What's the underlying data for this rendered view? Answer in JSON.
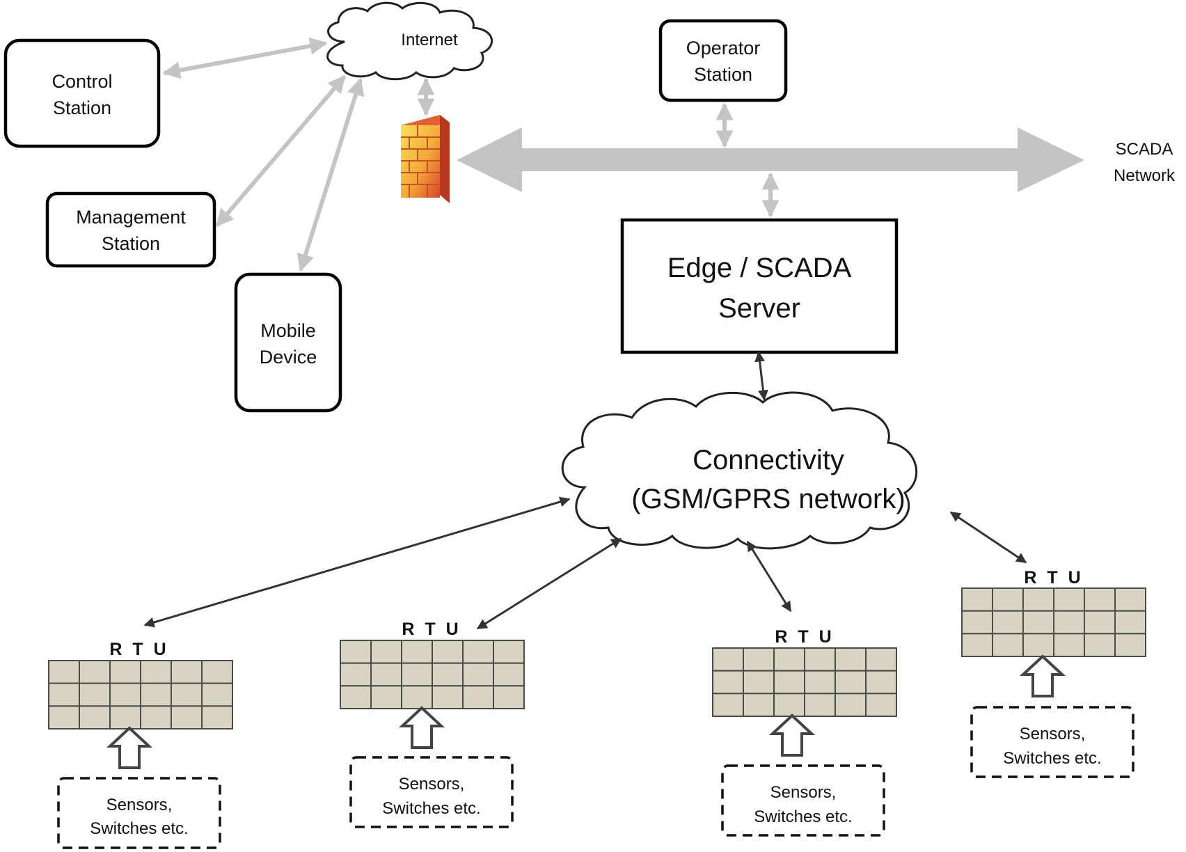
{
  "nodes": {
    "internet": "Internet",
    "control_station": [
      "Control",
      "Station"
    ],
    "management_station": [
      "Management",
      "Station"
    ],
    "mobile_device": [
      "Mobile",
      "Device"
    ],
    "operator_station": [
      "Operator",
      "Station"
    ],
    "scada_network": [
      "SCADA",
      "Network"
    ],
    "edge_server": [
      "Edge / SCADA",
      "Server"
    ],
    "connectivity": [
      "Connectivity",
      "(GSM/GPRS network)"
    ]
  },
  "rtus": [
    {
      "label": "R T U",
      "sensor_lines": [
        "Sensors,",
        "Switches etc."
      ]
    },
    {
      "label": "R T U",
      "sensor_lines": [
        "Sensors,",
        "Switches etc."
      ]
    },
    {
      "label": "R T U",
      "sensor_lines": [
        "Sensors,",
        "Switches etc."
      ]
    },
    {
      "label": "R T U",
      "sensor_lines": [
        "Sensors,",
        "Switches etc."
      ]
    }
  ],
  "colors": {
    "grey_link": "#c4c4c4",
    "dark_link": "#333333",
    "rtu_cell": "#d9d4c2",
    "firewall_brick_light": "#f7d34a",
    "firewall_brick_dark": "#e2562a"
  },
  "icons": {
    "firewall": "firewall-icon",
    "cloud_internet": "cloud-icon",
    "cloud_connectivity": "cloud-icon"
  }
}
